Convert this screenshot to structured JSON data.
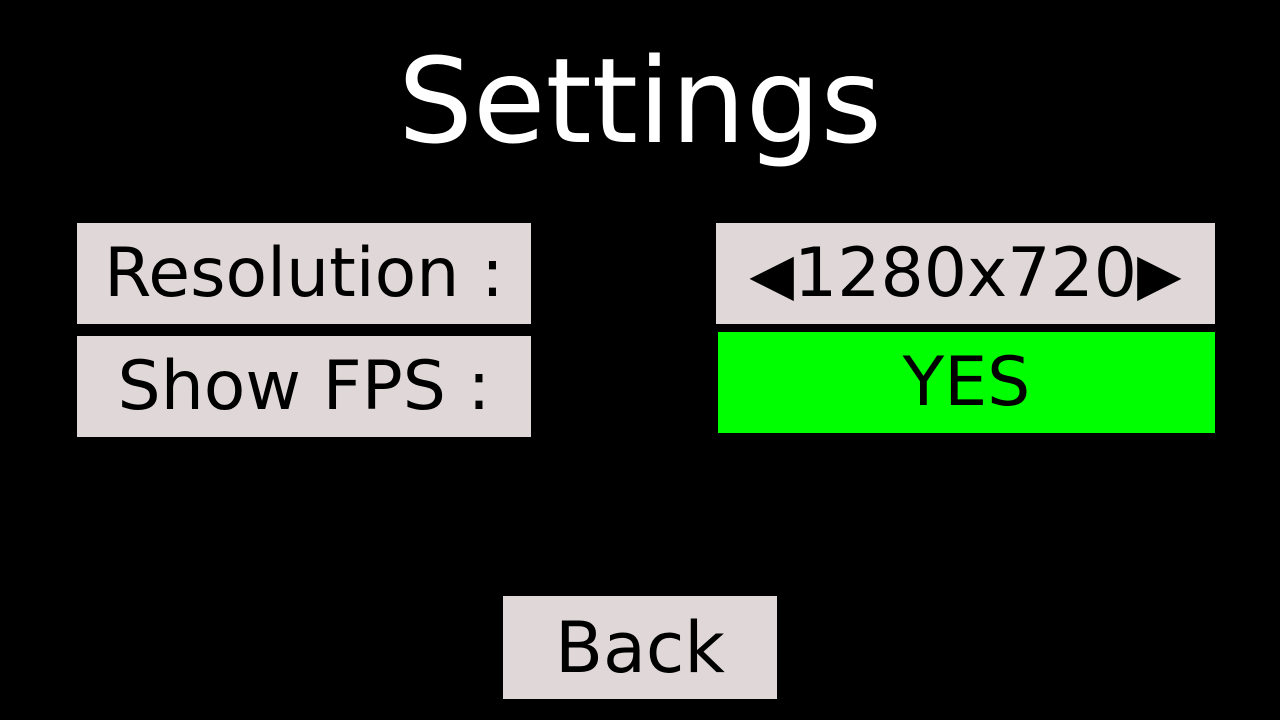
{
  "title": "Settings",
  "settings": {
    "resolution": {
      "label": "Resolution :",
      "value": "1280x720",
      "left_arrow": "◀",
      "right_arrow": "▶"
    },
    "show_fps": {
      "label": "Show FPS :",
      "value": "YES",
      "value_color": "#00ff00"
    }
  },
  "back_label": "Back",
  "colors": {
    "background": "#000000",
    "button_bg": "#e0d8d8",
    "enabled": "#00ff00",
    "title": "#ffffff"
  }
}
